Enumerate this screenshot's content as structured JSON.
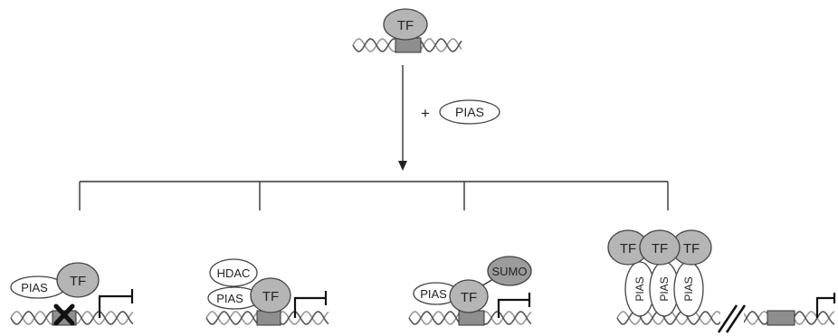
{
  "top": {
    "tf_label": "TF"
  },
  "arrow": {
    "plus": "+",
    "pias_label": "PIAS"
  },
  "panel1": {
    "pias_label": "PIAS",
    "tf_label": "TF"
  },
  "panel2": {
    "hdac_label": "HDAC",
    "pias_label": "PIAS",
    "tf_label": "TF"
  },
  "panel3": {
    "pias_label": "PIAS",
    "tf_label": "TF",
    "sumo_label": "SUMO"
  },
  "panel4": {
    "tf_labels": [
      "TF",
      "TF",
      "TF"
    ],
    "pias_labels": [
      "PIAS",
      "PIAS",
      "PIAS"
    ]
  },
  "colors": {
    "protein_grey": "#b5b5b5",
    "sumo_grey": "#9c9c9c",
    "dna_box": "#8e8e8e"
  }
}
